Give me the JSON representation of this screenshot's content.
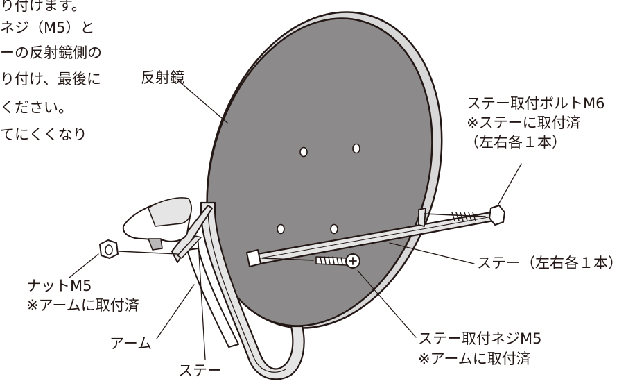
{
  "intro_text": {
    "lines": [
      "り付けます。",
      "ネジ（M5）と",
      "ーの反射鏡側の",
      "り付け、最後に",
      "ください。",
      "てにくくなり"
    ]
  },
  "labels": {
    "reflector": "反射鏡",
    "stay_bolt": {
      "line1": "ステー取付ボルトM6",
      "line2": "※ステーに取付済",
      "line3": "（左右各１本）"
    },
    "stay_right": "ステー（左右各１本）",
    "nut": {
      "line1": "ナットM5",
      "line2": "※アームに取付済"
    },
    "arm": "アーム",
    "stay_screw": {
      "line1": "ステー取付ネジM5",
      "line2": "※アームに取付済"
    },
    "stay_bottom": "ステー"
  },
  "colors": {
    "ink": "#231815",
    "dish_face": "#8c8a8a",
    "dish_rim": "#d9d8d8",
    "metal_light": "#e6e5e5",
    "metal_mid": "#b9b7b7",
    "background": "#ffffff"
  }
}
